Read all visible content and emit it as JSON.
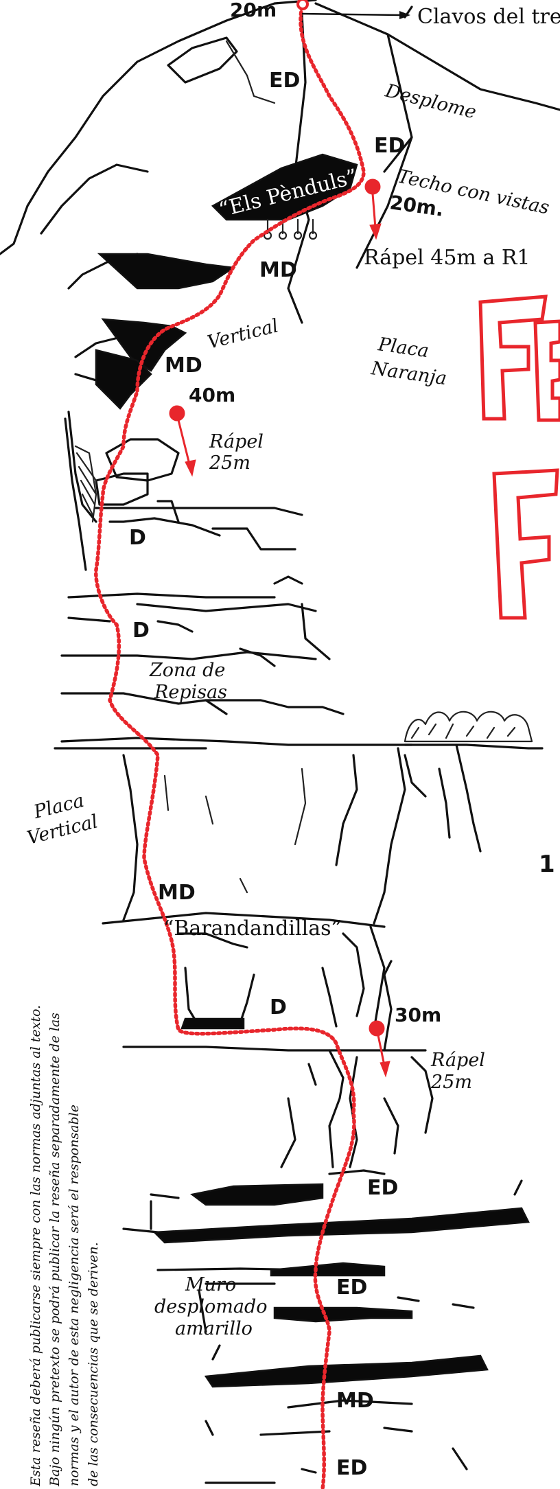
{
  "topo": {
    "labels": {
      "top_length": "20m",
      "clavos": "Clavos del tren",
      "desplome": "Desplome",
      "els_penduls": "“Els Pènduls”",
      "techo_con_vistas": "Techo con vistas",
      "techo_length": "20m.",
      "rapel_45": "Rápel 45m a R1",
      "vertical": "Vertical",
      "placa_naranja_1": "Placa",
      "placa_naranja_2": "Naranja",
      "len_40": "40m",
      "rapel_25_a_1": "Rápel",
      "rapel_25_a_2": "25m",
      "zona_repisas_1": "Zona de",
      "zona_repisas_2": "Repisas",
      "placa_vertical_1": "Placa",
      "placa_vertical_2": "Vertical",
      "barandandillas": "“Barandandillas”",
      "len_30": "30m",
      "rapel_25_b_1": "Rápel",
      "rapel_25_b_2": "25m",
      "muro_1": "Muro",
      "muro_2": "desplomado",
      "muro_3": "amarillo",
      "partial_number": "1"
    },
    "grades": {
      "g1": "ED",
      "g2": "ED",
      "g3": "MD",
      "g4": "MD",
      "g5": "D",
      "g6": "D",
      "g7": "MD",
      "g8": "D",
      "g9": "ED",
      "g10": "ED",
      "g11": "MD",
      "g12": "ED"
    },
    "disclaimer": [
      "Esta reseña deberá publicarse siempre con las normas adjuntas al texto.",
      "Bajo ningún pretexto se podrá publicar la reseña separadamente de las",
      "normas y el autor de esta negligencia será el responsable",
      "de las consecuencias que se deriven."
    ],
    "colors": {
      "route": "#e8262c",
      "ink": "#111111"
    }
  }
}
